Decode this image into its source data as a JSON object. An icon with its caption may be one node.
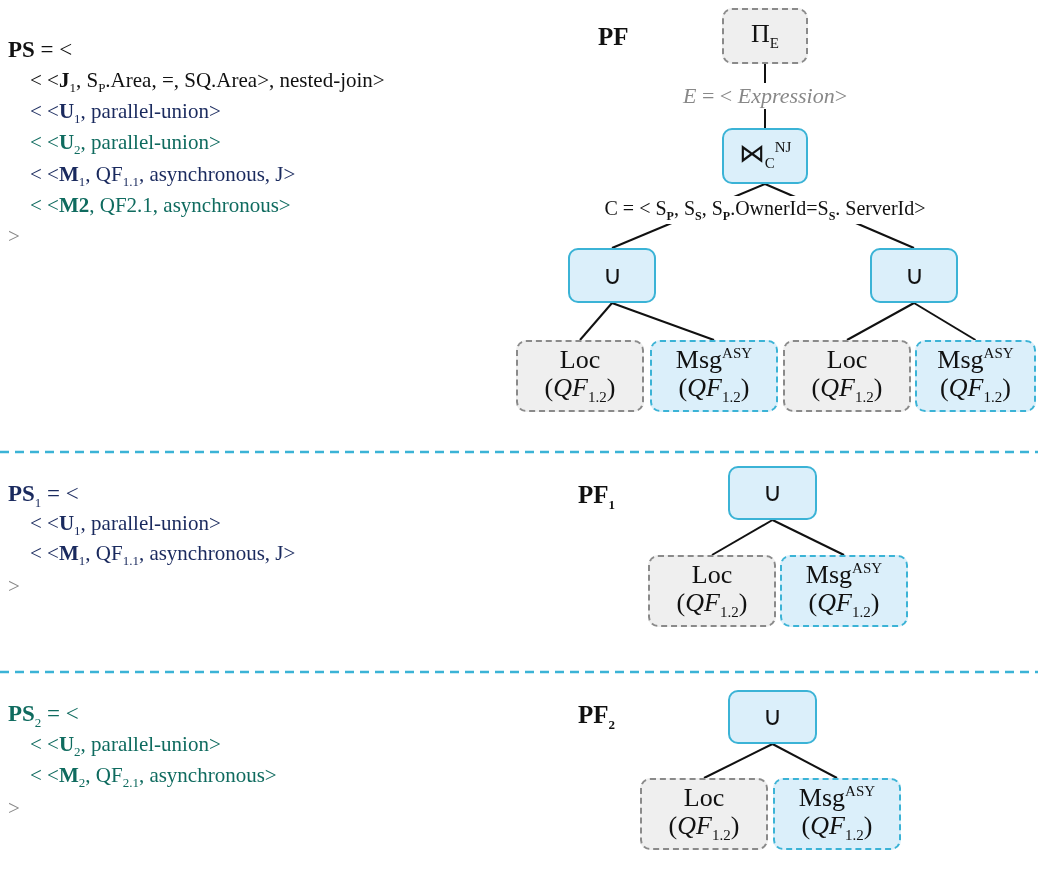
{
  "diagram": {
    "nodes": [
      {
        "text": [
          "Π$_{E}$"
        ]
      },
      {
        "text": [
          "⋈$_{C}$$^{NJ}$"
        ],
        "beside": [
          "C = < S$_{P}$, S$_{S}$, S$_{P}$.OwnerId=S$_{S}$. ServerId>"
        ]
      },
      {
        "text": [
          "∪"
        ]
      },
      {
        "text": [
          "∪"
        ]
      },
      {
        "text": [
          "Loc",
          "(*QF*$_{1.2}$)"
        ]
      },
      {
        "text": [
          "Msg$^{ASY}$",
          "(*QF*$_{1.2}$)"
        ]
      },
      {
        "text": [
          "Loc",
          "(*QF*$_{1.2}$)"
        ]
      },
      {
        "text": [
          "Msg$^{ASY}$",
          "(*QF*$_{1.2}$)"
        ]
      },
      {
        "text": [
          "∪"
        ]
      },
      {
        "text": [
          "Loc",
          "(*QF*$_{1.2}$)"
        ]
      },
      {
        "text": [
          "Msg$^{ASY}$",
          "(*QF*$_{1.2}$)"
        ]
      },
      {
        "text": [
          "∪"
        ]
      },
      {
        "text": [
          "Loc",
          "(*QF*$_{1.2}$)"
        ]
      },
      {
        "text": [
          "Msg$^{ASY}$",
          "(*QF*$_{1.2}$)"
        ]
      }
    ],
    "edges": [
      {
        "from": 0,
        "to": 1,
        "arrow": "none",
        "label": "*E* = < *Expression*>"
      },
      {
        "from": 1,
        "to": 2,
        "arrow": "none"
      },
      {
        "from": 1,
        "to": 3,
        "arrow": "none"
      },
      {
        "from": 2,
        "to": 4,
        "arrow": "none"
      },
      {
        "from": 2,
        "to": 5,
        "arrow": "none"
      },
      {
        "from": 3,
        "to": 6,
        "arrow": "none"
      },
      {
        "from": 3,
        "to": 7,
        "arrow": "none"
      },
      {
        "from": 8,
        "to": 9,
        "arrow": "none"
      },
      {
        "from": 8,
        "to": 10,
        "arrow": "none"
      },
      {
        "from": 11,
        "to": 12,
        "arrow": "none"
      },
      {
        "from": 11,
        "to": 13,
        "arrow": "none"
      }
    ],
    "labels": [
      "**PS** = <",
      "< <**J**$_{1}$, S$_{P}$.Area, =, SQ.Area>, nested-join>",
      "< <**U**$_{1}$, parallel-union>",
      "< <**U**$_{2}$, parallel-union>",
      "< <**M**$_{1}$, QF$_{1.1}$, asynchronous,  J>",
      "< <**M2**, QF2.1, asynchronous>",
      ">",
      "PF",
      "**PS**$_{1}$ = <",
      "< <**U**$_{1}$, parallel-union>",
      "< <**M**$_{1}$, QF$_{1.1}$, asynchronous,  J>",
      ">",
      "PF$_{1}$",
      "**PS**$_{2}$ = <",
      "< <**U**$_{2}$, parallel-union>",
      "< <**M**$_{2}$, QF$_{2.1}$, asynchronous>",
      ">",
      "PF$_{2}$"
    ]
  }
}
